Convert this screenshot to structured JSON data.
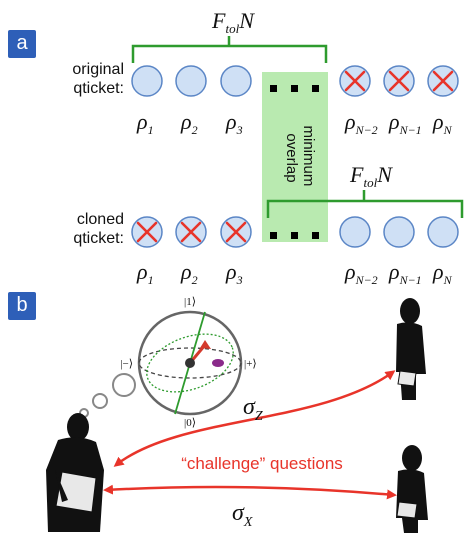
{
  "panel_a": {
    "label": "a",
    "brace_top": {
      "main": "F",
      "sub": "tol",
      "tail": "N"
    },
    "brace_bottom": {
      "main": "F",
      "sub": "tol",
      "tail": "N"
    },
    "original": {
      "line1": "original",
      "line2": "qticket:"
    },
    "cloned": {
      "line1": "cloned",
      "line2": "qticket:"
    },
    "overlap_label": {
      "line1": "minimum",
      "line2": "overlap"
    },
    "rho_labels": [
      {
        "base": "ρ",
        "sub": "1"
      },
      {
        "base": "ρ",
        "sub": "2"
      },
      {
        "base": "ρ",
        "sub": "3"
      },
      {
        "base": "ρ",
        "sub": "N−2"
      },
      {
        "base": "ρ",
        "sub": "N−1"
      },
      {
        "base": "ρ",
        "sub": "N"
      }
    ],
    "original_crossed": [
      false,
      false,
      false,
      true,
      true,
      true
    ],
    "cloned_crossed": [
      true,
      true,
      true,
      false,
      false,
      false
    ]
  },
  "panel_b": {
    "label": "b",
    "bloch": {
      "top": "|1⟩",
      "bottom": "|0⟩",
      "left": "|−⟩",
      "right": "|+⟩"
    },
    "sigma_z": {
      "base": "σ",
      "sub": "Z"
    },
    "sigma_x": {
      "base": "σ",
      "sub": "X"
    },
    "challenge": "“challenge” questions"
  },
  "colors": {
    "qubit_fill": "#cfe0f5",
    "qubit_stroke": "#5b86c6",
    "cross": "#e8342a",
    "brace": "#2e9b2e",
    "overlap": "#b9eab0",
    "arrow": "#e8342a",
    "label_bg": "#2e5fb8"
  },
  "icons": [
    "bloch-sphere-icon",
    "person-silhouette-icon",
    "thought-bubble-icon"
  ]
}
